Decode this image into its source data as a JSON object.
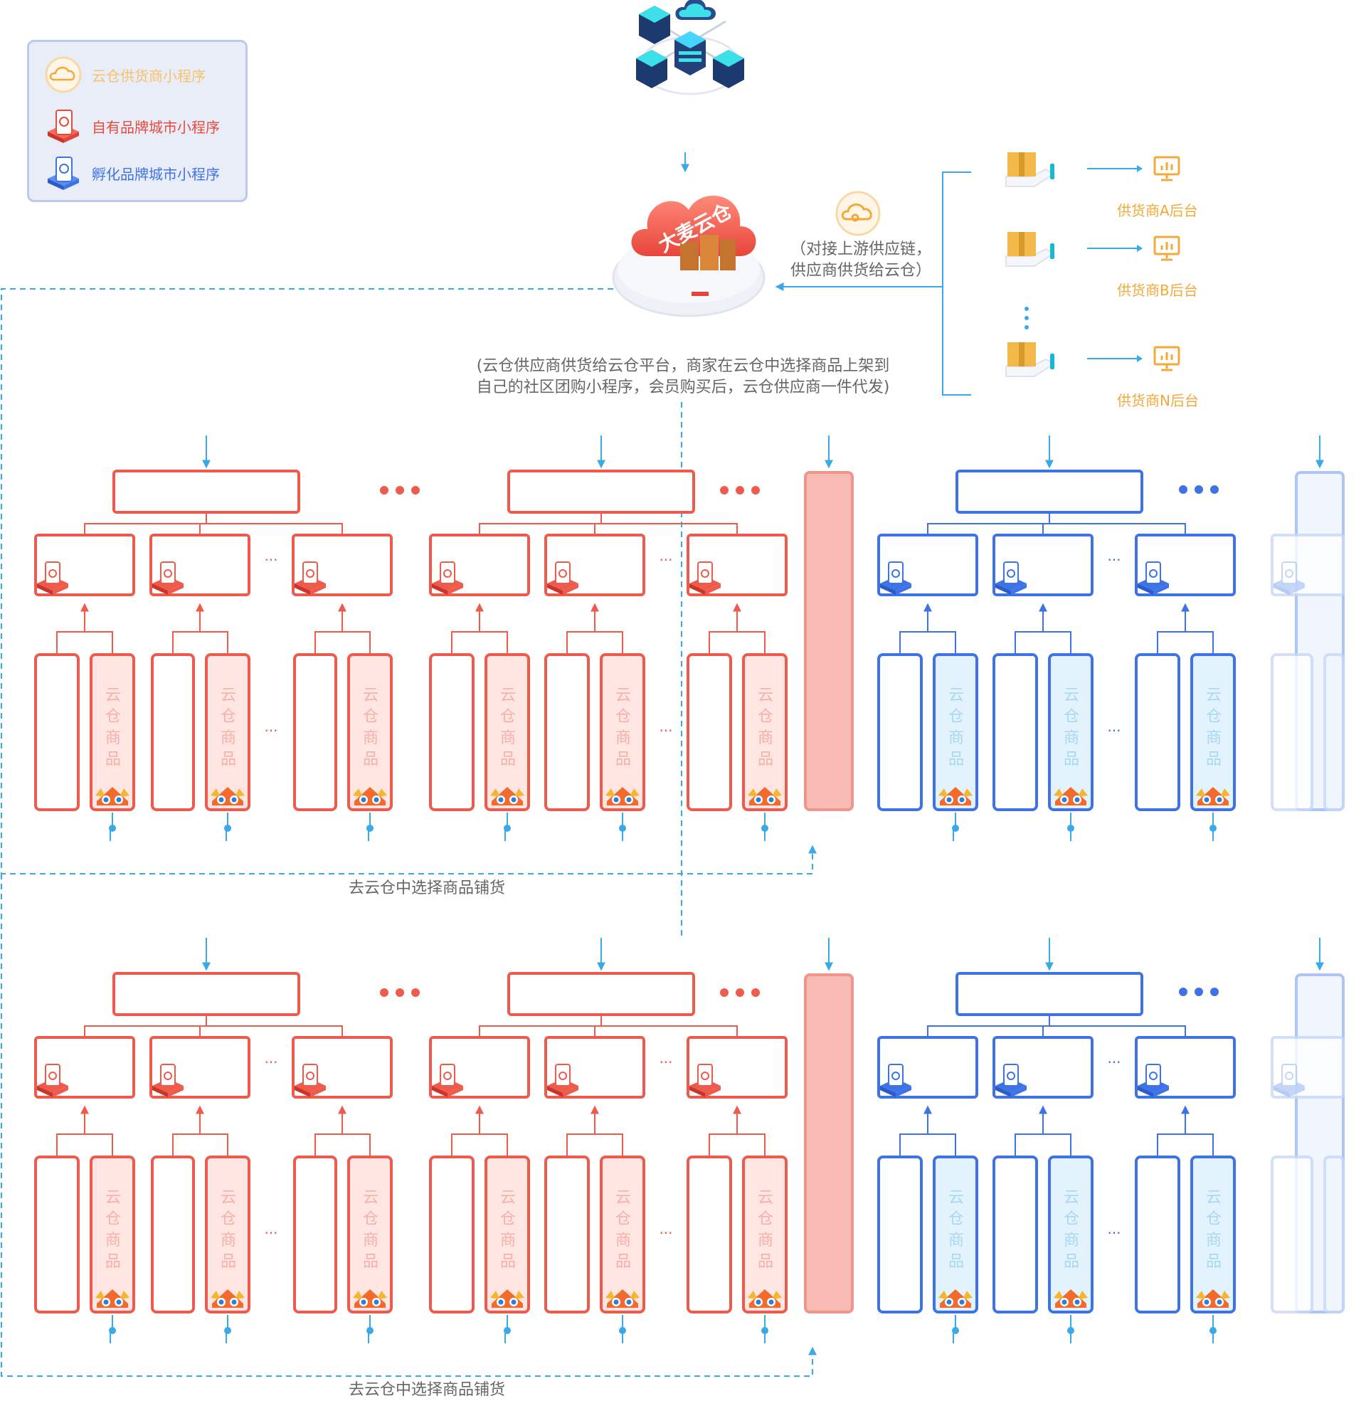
{
  "legend": {
    "items": [
      {
        "label": "云仓供货商小程序",
        "color": "#f6c26b",
        "icon": "cloud-link-icon"
      },
      {
        "label": "自有品牌城市小程序",
        "color": "#e8493b",
        "icon": "red-phone-box-icon"
      },
      {
        "label": "孵化品牌城市小程序",
        "color": "#3d73e6",
        "icon": "blue-phone-box-icon"
      }
    ]
  },
  "cloud": {
    "badge": "大麦云仓",
    "supply_caption_1": "（对接上游供应链，",
    "supply_caption_2": "供应商供货给云仓）",
    "platform_caption_1": "(云仓供应商供货给云仓平台，商家在云仓中选择商品上架到",
    "platform_caption_2": "自己的社区团购小程序，会员购买后，云仓供应商一件代发)"
  },
  "suppliers": [
    {
      "label": "供货商A后台"
    },
    {
      "label": "供货商B后台"
    },
    {
      "label": "供货商N后台"
    }
  ],
  "sections": [
    {
      "caption": "去云仓中选择商品铺货"
    },
    {
      "caption": "去云仓中选择商品铺货"
    }
  ],
  "column_text": "云仓商品",
  "colors": {
    "red": "#ee5a4c",
    "red_fill": "#ffe6e3",
    "blue": "#3d73e6",
    "blue_fill": "#e3f3fd",
    "connector": "#3aa9e8",
    "supplier": "#f3a93a"
  }
}
